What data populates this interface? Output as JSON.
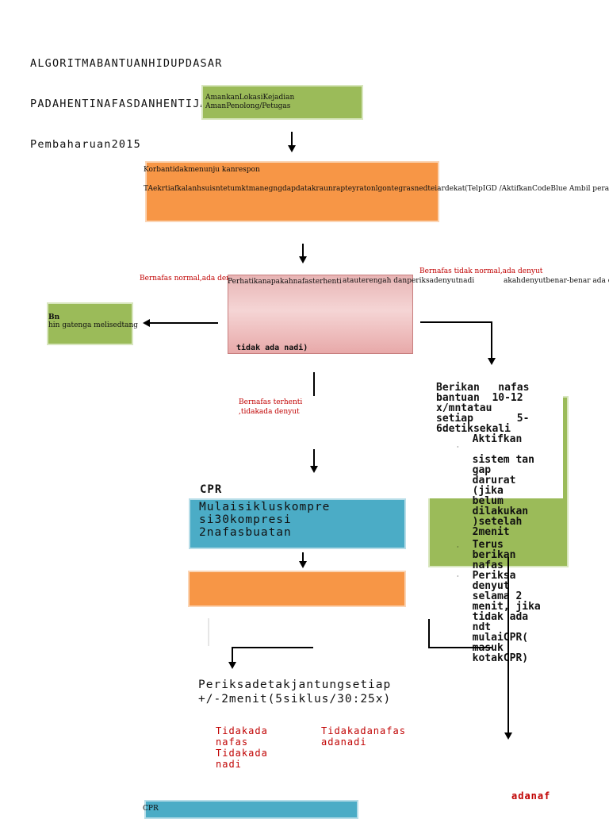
{
  "header": {
    "line1": "ALGORITMABANTUANHIDUPDASAR",
    "line2": "PADAHENTINAFASDANHENTIJANTUNG",
    "line3": "Pembaharuan2015"
  },
  "nodes": {
    "safety": {
      "line1": "AmankanLokasiKejadian",
      "line2": "AmanPenolong/Petugas"
    },
    "check_response": {
      "line1": "Korbantidakmenunju kanrespon",
      "line2": "TAekrtiafkalanhsuisntetumktmanegngdapdatakraunrapteyratonlgontegrasnedteiardekat",
      "line3": "(TelpIGD /AktifkanCodeBlue Ambil peralatan"
    },
    "check_breathing": {
      "line1": "Perhatikanapakahnafasterhenti",
      "line2": "atauterengah danperiksadenyutnadi",
      "line3": "tidak ada nadi)",
      "right_text": "akahdenyutbenar-benar ada dala"
    },
    "normal_breathing": {
      "line1": "Bn",
      "line2": "hin gatenga melisedtang"
    },
    "labels": {
      "left": "Bernafas normal,ada denyut",
      "right": "Bernafas tidak normal,ada denyut",
      "middle_line1": "Bernafas terhenti",
      "middle_line2": ",tidakada denyut"
    },
    "rescue_breathing": {
      "line1": "Berikan   nafas",
      "line2": "bantuan  10-12",
      "line3": "x/mntatau",
      "line4": "setiap       5-",
      "line5": "6detiksekali",
      "bullet1": "  Aktifkan\n\n  sistem tan\n  gap\n  darurat\n  (jika\n  belum\n  dilakukan\n  )setelah\n  2menit",
      "bullet2": "  Terus\n  berikan\n  nafas",
      "bullet3": "  Periksa\n  denyut\n  selama 2\n  menit, jika\n  tidak ada\n  ndt\n  mulaiCPR(\n  masuk\n  kotakCPR)"
    },
    "cpr": {
      "heading": "CPR",
      "line1": "Mulaisikluskompre",
      "line2": "si30kompresi",
      "line3": "2nafasbuatan"
    },
    "recheck": {
      "line1": "Periksadetakjantungsetiap",
      "line2": "+/-2menit(5siklus/30:25x)"
    },
    "outcomes": {
      "a1": "Tidakada",
      "a2": "nafas",
      "a3": "Tidakada",
      "a4": "nadi",
      "b1": "Tidakadanafas",
      "b2": "adanadi",
      "c1": "adanaf"
    },
    "bottom_box": {
      "label": "CPR"
    }
  }
}
